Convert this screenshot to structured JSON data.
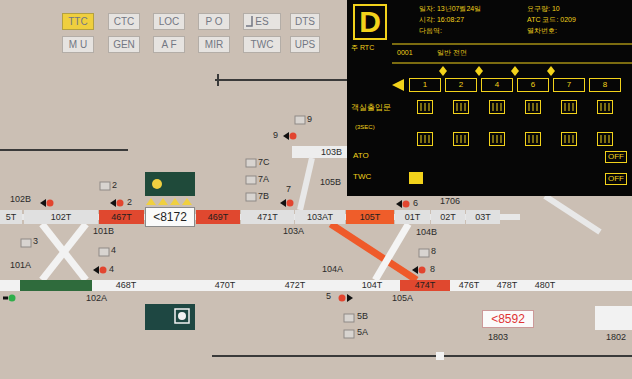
{
  "diagram": {
    "nodes": [
      {
        "text": [
          "TTC"
        ]
      },
      {
        "text": [
          "CTC"
        ]
      },
      {
        "text": [
          "LOC"
        ]
      },
      {
        "text": [
          "P O"
        ]
      },
      {
        "text": [
          "ES"
        ]
      },
      {
        "text": [
          "DTS"
        ]
      },
      {
        "text": [
          "M U"
        ]
      },
      {
        "text": [
          "GEN"
        ]
      },
      {
        "text": [
          "A F"
        ]
      },
      {
        "text": [
          "MIR"
        ]
      },
      {
        "text": [
          "TWC"
        ]
      },
      {
        "text": [
          "UPS"
        ]
      },
      {
        "text": [
          "주 RTC",
          "일자: 13년07월24일",
          "시각: 16:08:27",
          "다음역:",
          "요구량: 10",
          "ATC 코드: 0209",
          "열차번호:",
          "0001",
          "일반 전면",
          "객실출입문",
          "(3SEC)",
          "ATO",
          "TWC"
        ]
      },
      {
        "text": [
          "D"
        ],
        "in": 12
      },
      {
        "text": [
          "1"
        ],
        "in": 12
      },
      {
        "text": [
          "2"
        ],
        "in": 12
      },
      {
        "text": [
          "4"
        ],
        "in": 12
      },
      {
        "text": [
          "6"
        ],
        "in": 12
      },
      {
        "text": [
          "7"
        ],
        "in": 12
      },
      {
        "text": [
          "8"
        ],
        "in": 12
      },
      {
        "text": [
          "OFF"
        ],
        "in": 12
      },
      {
        "text": [
          "OFF"
        ],
        "in": 12
      },
      {
        "text": [
          "5T"
        ]
      },
      {
        "text": [
          "102T"
        ]
      },
      {
        "text": [
          "467T"
        ]
      },
      {
        "text": [
          "<8172"
        ]
      },
      {
        "text": [
          "469T"
        ]
      },
      {
        "text": [
          "471T"
        ]
      },
      {
        "text": [
          "103AT"
        ]
      },
      {
        "text": [
          "105T"
        ]
      },
      {
        "text": [
          "01T"
        ]
      },
      {
        "text": [
          "02T"
        ]
      },
      {
        "text": [
          "03T"
        ]
      },
      {
        "text": [
          "468T"
        ]
      },
      {
        "text": [
          "470T"
        ]
      },
      {
        "text": [
          "472T"
        ]
      },
      {
        "text": [
          "104T"
        ]
      },
      {
        "text": [
          "474T"
        ]
      },
      {
        "text": [
          "476T"
        ]
      },
      {
        "text": [
          "478T"
        ]
      },
      {
        "text": [
          "480T"
        ]
      },
      {
        "text": [
          "<8592"
        ]
      }
    ],
    "edges": [
      {
        "from": 28,
        "to": 37,
        "arrow": "none"
      },
      {
        "from": 36,
        "to": 30,
        "arrow": "none"
      }
    ],
    "labels": [
      "9",
      "9",
      "7C",
      "7A",
      "7B",
      "7",
      "103B",
      "105B",
      "1706",
      "102B",
      "2",
      "2",
      "101B",
      "103A",
      "6",
      "104B",
      "3",
      "101A",
      "4",
      "4",
      "104A",
      "8",
      "8",
      "102A",
      "5",
      "105A",
      "5B",
      "5A",
      "1803",
      "1802"
    ]
  }
}
